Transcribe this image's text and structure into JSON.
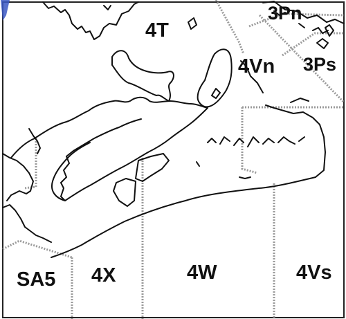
{
  "map": {
    "zones": {
      "4t": "4T",
      "3pn": "3Pn",
      "4vn": "4Vn",
      "3ps": "3Ps",
      "sa5": "SA5",
      "4x": "4X",
      "4w": "4W",
      "4vs": "4Vs"
    },
    "colors": {
      "coastline": "#111111",
      "boundary": "#9a9a9a",
      "background": "#ffffff",
      "accent_mark": "#3b58c4"
    }
  }
}
